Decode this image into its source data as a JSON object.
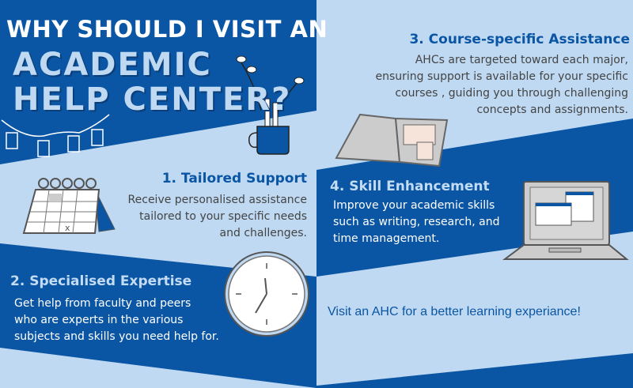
{
  "title": {
    "line1": "WHY SHOULD I VISIT AN",
    "line2": "ACADEMIC",
    "line3": "HELP CENTER?"
  },
  "sections": [
    {
      "heading": "1. Tailored Support",
      "body": [
        "Receive personalised assistance",
        "tailored to your specific needs",
        "and challenges."
      ],
      "icon": "calendar-icon"
    },
    {
      "heading": "2. Specialised Expertise",
      "body": [
        "Get help from faculty and peers",
        "who are experts in the various",
        "subjects and skills you need help for."
      ],
      "icon": "clock-icon"
    },
    {
      "heading": "3. Course-specific Assistance",
      "body": [
        "AHCs are targeted toward each major,",
        "ensuring support is available for your specific",
        "courses , guiding you through  challenging",
        "concepts and assignments."
      ],
      "icon": "open-book-icon"
    },
    {
      "heading": "4. Skill Enhancement",
      "body": [
        "Improve your academic skills",
        "such as writing, research, and",
        "time management."
      ],
      "icon": "laptop-icon"
    }
  ],
  "cta": "Visit an AHC for a better learning experiance!",
  "colors": {
    "dark_blue": "#0a56a4",
    "light_blue": "#bfd9f2",
    "text_gray": "#444444"
  }
}
